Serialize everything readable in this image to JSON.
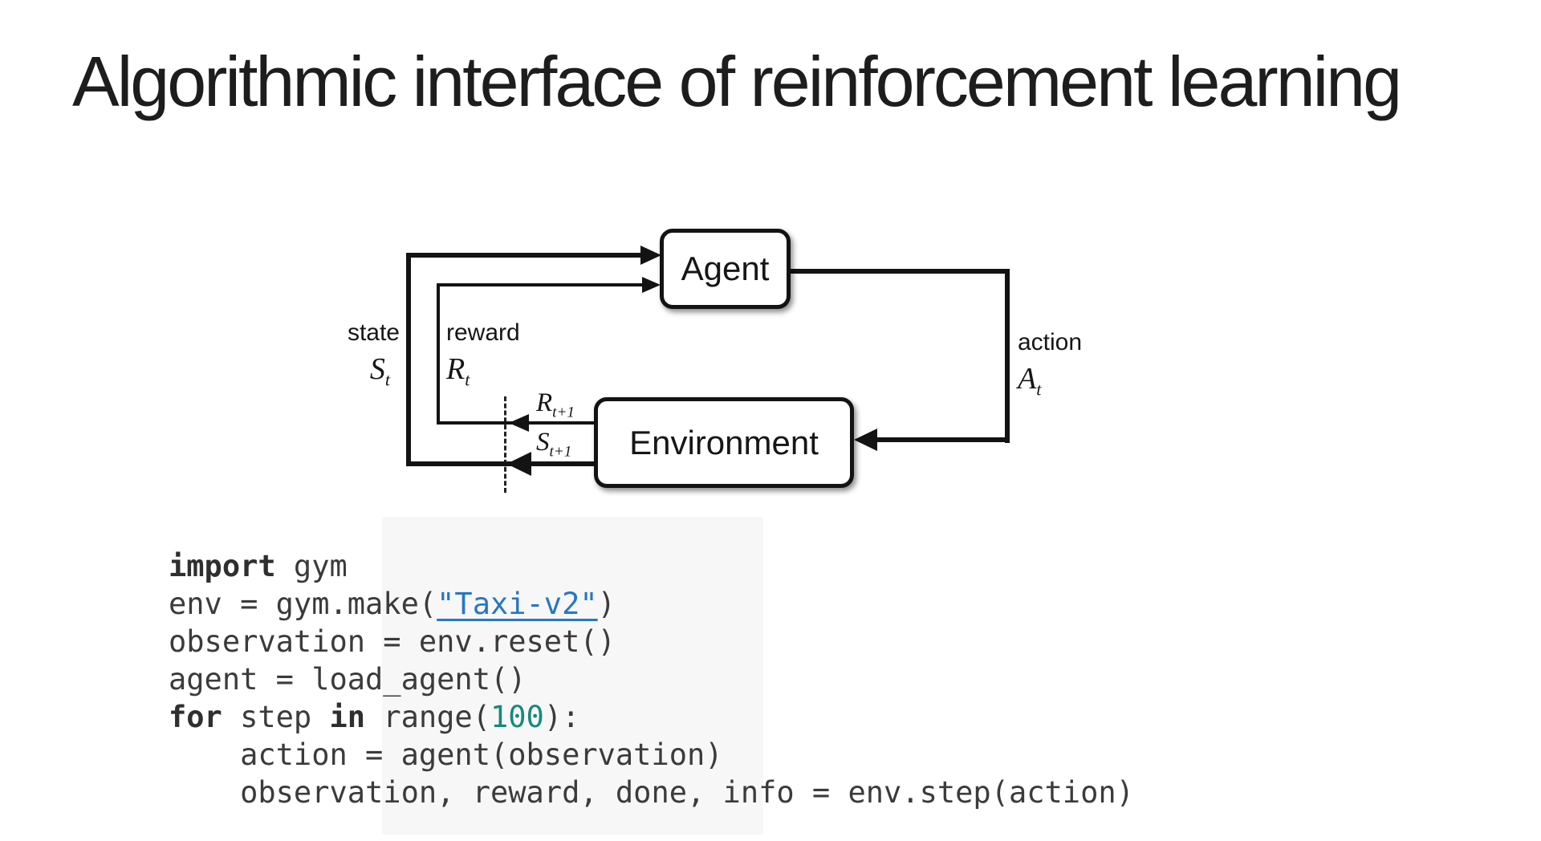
{
  "title": "Algorithmic interface of reinforcement learning",
  "diagram": {
    "agent_label": "Agent",
    "environment_label": "Environment",
    "state_label": "state",
    "state_symbol": "S",
    "state_sub": "t",
    "reward_label": "reward",
    "reward_symbol": "R",
    "reward_sub": "t",
    "action_label": "action",
    "action_symbol": "A",
    "action_sub": "t",
    "next_reward_symbol": "R",
    "next_reward_sub": "t+1",
    "next_state_symbol": "S",
    "next_state_sub": "t+1"
  },
  "code": {
    "lines": [
      {
        "tokens": [
          {
            "type": "keyword",
            "text": "import"
          },
          {
            "type": "plain",
            "text": " gym"
          }
        ]
      },
      {
        "tokens": [
          {
            "type": "plain",
            "text": "env = gym.make("
          },
          {
            "type": "string-link",
            "text": "\"Taxi-v2\""
          },
          {
            "type": "plain",
            "text": ")"
          }
        ]
      },
      {
        "tokens": [
          {
            "type": "plain",
            "text": "observation = env.reset()"
          }
        ]
      },
      {
        "tokens": [
          {
            "type": "plain",
            "text": "agent = load_agent()"
          }
        ]
      },
      {
        "tokens": [
          {
            "type": "keyword",
            "text": "for"
          },
          {
            "type": "plain",
            "text": " step "
          },
          {
            "type": "keyword",
            "text": "in"
          },
          {
            "type": "plain",
            "text": " range("
          },
          {
            "type": "number",
            "text": "100"
          },
          {
            "type": "plain",
            "text": "):"
          }
        ]
      },
      {
        "tokens": [
          {
            "type": "plain",
            "text": "    action = agent(observation)"
          }
        ]
      },
      {
        "tokens": [
          {
            "type": "plain",
            "text": "    observation, reward, done, info = env.step(action)"
          }
        ]
      }
    ]
  },
  "colors": {
    "text": "#1d1d1d",
    "diagram_ink": "#131313",
    "code_text": "#3b3b3b",
    "string_link": "#2776c6",
    "number": "#16897c",
    "code_bg_patch": "#f7f7f7"
  }
}
